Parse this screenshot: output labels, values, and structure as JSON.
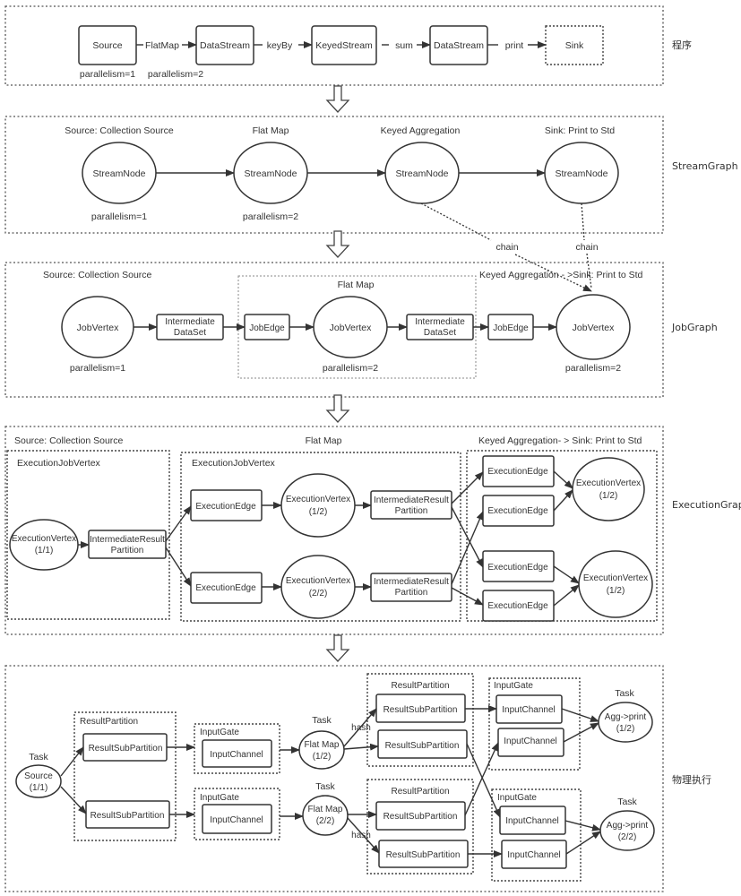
{
  "program": {
    "side_label": "程序",
    "nodes": [
      "Source",
      "DataStream",
      "KeyedStream",
      "DataStream",
      "Sink"
    ],
    "edges": [
      "FlatMap",
      "keyBy",
      "sum",
      "print"
    ],
    "parallelism": [
      "parallelism=1",
      "parallelism=2"
    ]
  },
  "stream_graph": {
    "side_label": "StreamGraph",
    "node_label": "StreamNode",
    "titles": [
      "Source: Collection Source",
      "Flat Map",
      "Keyed Aggregation",
      "Sink: Print to Std"
    ],
    "parallelism": [
      "parallelism=1",
      "parallelism=2"
    ],
    "chain_label": "chain"
  },
  "job_graph": {
    "side_label": "JobGraph",
    "source_title": "Source: Collection Source",
    "flatmap_title": "Flat Map",
    "sink_title": "Keyed Aggregation - >Sink: Print to Std",
    "vertex_label": "JobVertex",
    "dataset_label_1": "Intermediate",
    "dataset_label_2": "DataSet",
    "edge_label": "JobEdge",
    "parallelism": [
      "parallelism=1",
      "parallelism=2",
      "parallelism=2"
    ]
  },
  "execution_graph": {
    "side_label": "ExecutionGraph",
    "source_title": "Source: Collection Source",
    "flatmap_title": "Flat Map",
    "sink_title": "Keyed Aggregation- > Sink: Print to Std",
    "ejv_label": "ExecutionJobVertex",
    "vertex_label": "ExecutionVertex",
    "irp_label_1": "IntermediateResult",
    "irp_label_2": "Partition",
    "edge_label": "ExecutionEdge",
    "indices": [
      "(1/1)",
      "(1/2)",
      "(2/2)",
      "(1/2)",
      "(1/2)"
    ]
  },
  "physical": {
    "side_label": "物理执行",
    "task_label": "Task",
    "source_1": "Source",
    "source_2": "(1/1)",
    "result_partition": "ResultPartition",
    "result_sub_partition": "ResultSubPartition",
    "input_gate": "InputGate",
    "input_channel": "InputChannel",
    "flatmap": "Flat Map",
    "flatmap_idx": [
      "(1/2)",
      "(2/2)"
    ],
    "agg": "Agg->print",
    "agg_idx": [
      "(1/2)",
      "(2/2)"
    ],
    "hash": "hash"
  }
}
